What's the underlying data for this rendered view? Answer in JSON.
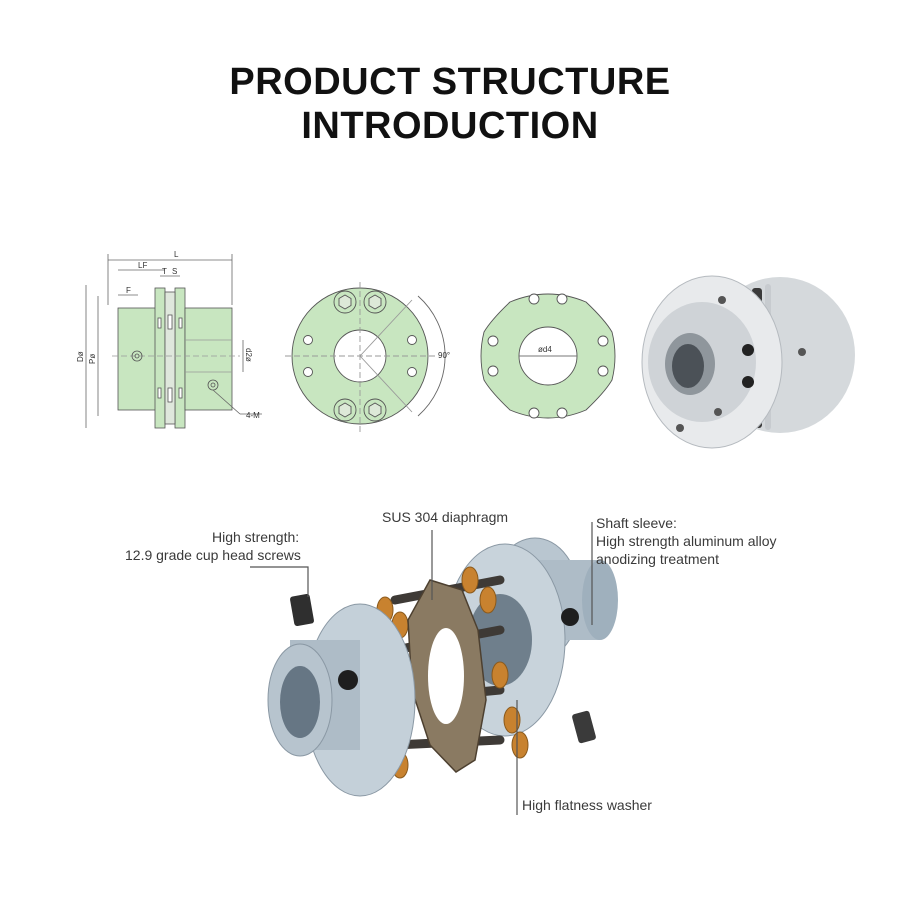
{
  "title": {
    "line1": "PRODUCT STRUCTURE",
    "line2": "INTRODUCTION"
  },
  "drawing": {
    "dim_L": "L",
    "dim_LF": "LF",
    "dim_T": "T",
    "dim_S": "S",
    "dim_F": "F",
    "dim_D": "Dø",
    "dim_P": "Pø",
    "dim_d2": "d2ø",
    "dim_thread": "4-M",
    "angle": "90°",
    "d4": "ød4"
  },
  "callouts": {
    "screws_line1": "High strength:",
    "screws_line2": "12.9 grade cup head screws",
    "diaphragm": "SUS 304 diaphragm",
    "sleeve_line1": "Shaft sleeve:",
    "sleeve_line2": "High strength aluminum alloy",
    "sleeve_line3": "anodizing treatment",
    "washer": "High flatness washer"
  },
  "colors": {
    "drawing_fill": "#c8e6c0",
    "metal": "#b9c6d0",
    "washer": "#c8822f",
    "diaphragm": "#7a6a55"
  }
}
